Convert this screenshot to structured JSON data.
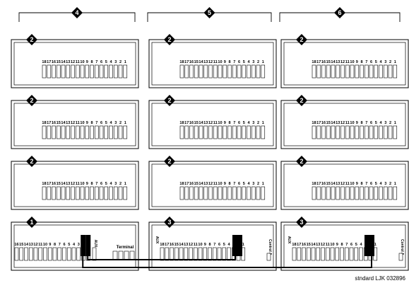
{
  "column_markers": [
    "4",
    "5",
    "6"
  ],
  "slot_numbers": [
    "18",
    "17",
    "16",
    "15",
    "14",
    "13",
    "12",
    "11",
    "10",
    "9",
    "8",
    "7",
    "6",
    "5",
    "4",
    "3",
    "2",
    "1"
  ],
  "cabinets": [
    [
      {
        "badge": "2"
      },
      {
        "badge": "2"
      },
      {
        "badge": "2"
      }
    ],
    [
      {
        "badge": "2"
      },
      {
        "badge": "2"
      },
      {
        "badge": "2"
      }
    ],
    [
      {
        "badge": "2"
      },
      {
        "badge": "2"
      },
      {
        "badge": "2"
      }
    ],
    [
      {
        "badge": "1",
        "slot_numbers": [
          "16",
          "15",
          "14",
          "13",
          "12",
          "11",
          "10",
          "9",
          "8",
          "7",
          "6",
          "5",
          "4",
          "3",
          "2",
          "1"
        ],
        "aux_label": "AUX",
        "terminal_label": "Terminal"
      },
      {
        "badge": "3",
        "left_label": "AUX",
        "right_label": "Control A"
      },
      {
        "badge": "3",
        "left_label": "AUX",
        "right_label": "Control A"
      }
    ]
  ],
  "figure_id": "stndard LJK 032896"
}
